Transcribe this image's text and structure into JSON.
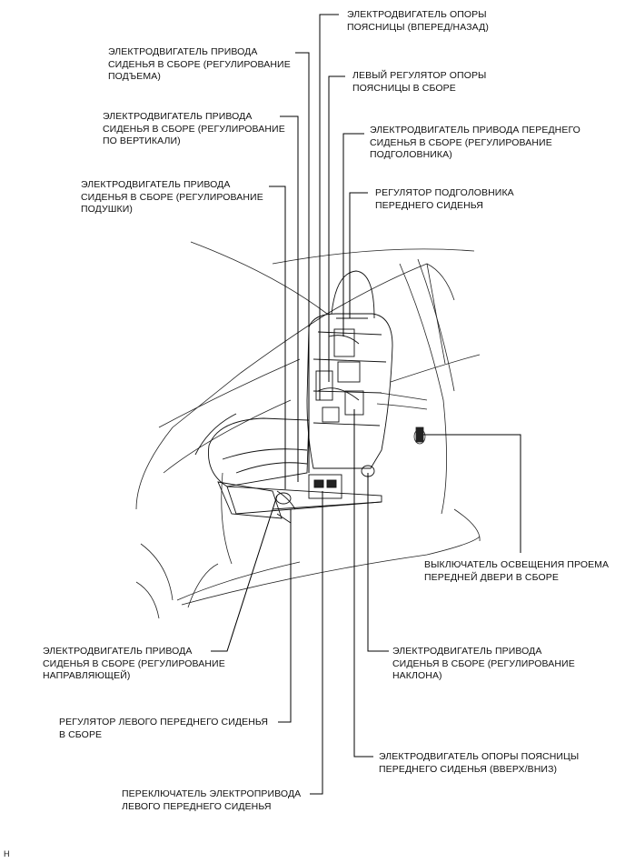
{
  "labels": {
    "lumbar_fwd_back": [
      "ЭЛЕКТРОДВИГАТЕЛЬ ОПОРЫ",
      "ПОЯСНИЦЫ (ВПЕРЕД/НАЗАД)"
    ],
    "lift_motor": [
      "ЭЛЕКТРОДВИГАТЕЛЬ ПРИВОДА",
      "СИДЕНЬЯ В СБОРЕ (РЕГУЛИРОВАНИЕ",
      "ПОДЪЕМА)"
    ],
    "left_lumbar_adjuster": [
      "ЛЕВЫЙ РЕГУЛЯТОР ОПОРЫ",
      "ПОЯСНИЦЫ В СБОРЕ"
    ],
    "vertical_motor": [
      "ЭЛЕКТРОДВИГАТЕЛЬ ПРИВОДА",
      "СИДЕНЬЯ В СБОРЕ (РЕГУЛИРОВАНИЕ",
      "ПО ВЕРТИКАЛИ)"
    ],
    "headrest_motor": [
      "ЭЛЕКТРОДВИГАТЕЛЬ ПРИВОДА ПЕРЕДНЕГО",
      "СИДЕНЬЯ В СБОРЕ (РЕГУЛИРОВАНИЕ",
      "ПОДГОЛОВНИКА)"
    ],
    "cushion_motor": [
      "ЭЛЕКТРОДВИГАТЕЛЬ ПРИВОДА",
      "СИДЕНЬЯ В СБОРЕ (РЕГУЛИРОВАНИЕ",
      "ПОДУШКИ)"
    ],
    "headrest_adjuster": [
      "РЕГУЛЯТОР ПОДГОЛОВНИКА",
      "ПЕРЕДНЕГО СИДЕНЬЯ"
    ],
    "door_courtesy_switch": [
      "ВЫКЛЮЧАТЕЛЬ ОСВЕЩЕНИЯ ПРОЕМА",
      "ПЕРЕДНЕЙ ДВЕРИ В СБОРЕ"
    ],
    "slide_motor": [
      "ЭЛЕКТРОДВИГАТЕЛЬ ПРИВОДА",
      "СИДЕНЬЯ В СБОРЕ (РЕГУЛИРОВАНИЕ",
      "НАПРАВЛЯЮЩЕЙ)"
    ],
    "recline_motor": [
      "ЭЛЕКТРОДВИГАТЕЛЬ ПРИВОДА",
      "СИДЕНЬЯ В СБОРЕ (РЕГУЛИРОВАНИЕ",
      "НАКЛОНА)"
    ],
    "left_front_seat_adjuster": [
      "РЕГУЛЯТОР ЛЕВОГО ПЕРЕДНЕГО СИДЕНЬЯ",
      "В СБОРЕ"
    ],
    "lumbar_up_down": [
      "ЭЛЕКТРОДВИГАТЕЛЬ ОПОРЫ ПОЯСНИЦЫ",
      "ПЕРЕДНЕГО СИДЕНЬЯ (ВВЕРХ/ВНИЗ)"
    ],
    "power_seat_switch": [
      "ПЕРЕКЛЮЧАТЕЛЬ ЭЛЕКТРОПРИВОДА",
      "ЛЕВОГО ПЕРЕДНЕГО СИДЕНЬЯ"
    ]
  },
  "figure_id": "H"
}
